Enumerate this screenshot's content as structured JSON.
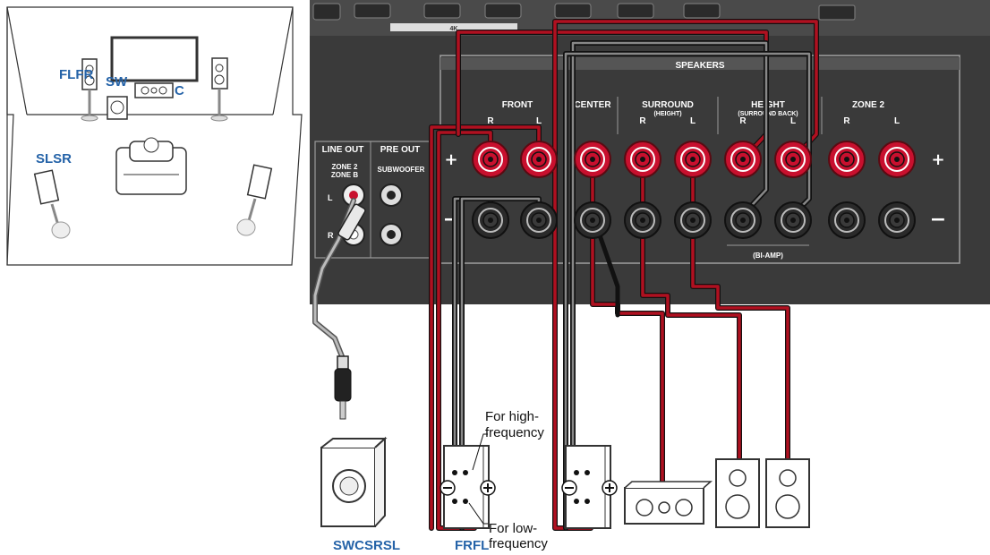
{
  "room": {
    "labels": {
      "front": "FLFR",
      "subwoofer": "SW",
      "center": "C",
      "surround": "SLSR"
    }
  },
  "panel": {
    "group_4k": "4K",
    "speakers": "SPEAKERS",
    "line_out": "LINE OUT",
    "pre_out": "PRE OUT",
    "zone_b_1": "ZONE 2",
    "zone_b_2": "ZONE B",
    "subwoofer": "SUBWOOFER",
    "lr_left": "L",
    "lr_right": "R",
    "front": "FRONT",
    "center": "CENTER",
    "surround": "SURROUND",
    "surround_sub": "(HEIGHT)",
    "height": "HEIGHT",
    "height_sub": "(SURROUND BACK)",
    "zone2": "ZONE 2",
    "ch_r": "R",
    "ch_l": "L",
    "plus": "+",
    "minus": "−",
    "biamp": "(BI-AMP)"
  },
  "notes": {
    "high_1": "For high-",
    "high_2": "frequency",
    "low_1": "For low-",
    "low_2": "frequency"
  },
  "bottom": {
    "left": "SWCSRSL",
    "right": "FRFL"
  },
  "colors": {
    "panel": "#3a3a3a",
    "terminal_red": "#c8102e",
    "cable_red": "#b01020",
    "label_blue": "#2563a8"
  }
}
